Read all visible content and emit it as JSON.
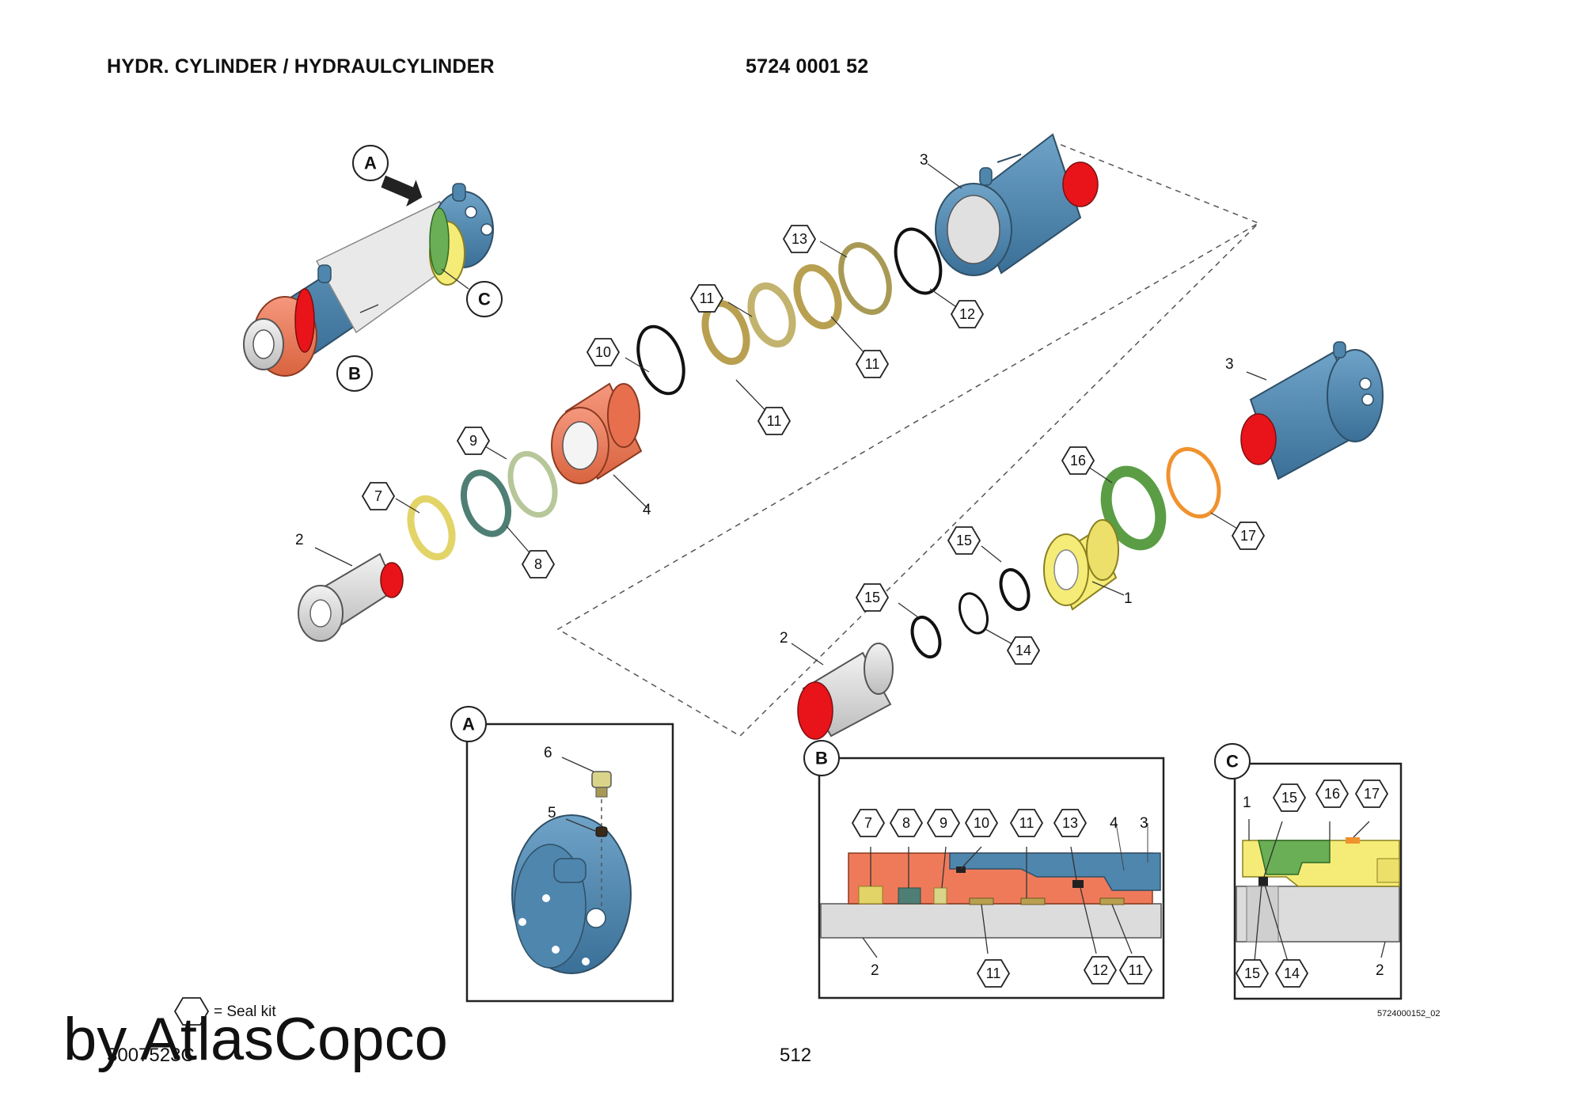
{
  "header": {
    "title": "HYDR. CYLINDER / HYDRAULCYLINDER",
    "part_number": "5724 0001 52"
  },
  "callouts": {
    "A": "A",
    "B": "B",
    "C": "C"
  },
  "parts": {
    "p1": "1",
    "p2": "2",
    "p3": "3",
    "p4": "4",
    "p5": "5",
    "p6": "6",
    "p7": "7",
    "p8": "8",
    "p9": "9",
    "p10": "10",
    "p11": "11",
    "p12": "12",
    "p13": "13",
    "p14": "14",
    "p15": "15",
    "p16": "16",
    "p17": "17"
  },
  "legend": {
    "seal_kit": "= Seal kit"
  },
  "footer": {
    "doc_id": "3007523C",
    "page_number": "512",
    "drawing_code": "5724000152_02",
    "watermark": "by AtlasCopco"
  },
  "colors": {
    "cylinder_blue": "#4f86ad",
    "head_orange": "#ef7a5a",
    "seal_red": "#e8141a",
    "piston_yellow": "#f5ec78",
    "seal_green": "#6aae55",
    "rod_grey": "#dcdcdc",
    "seal_olive": "#b8a050"
  }
}
